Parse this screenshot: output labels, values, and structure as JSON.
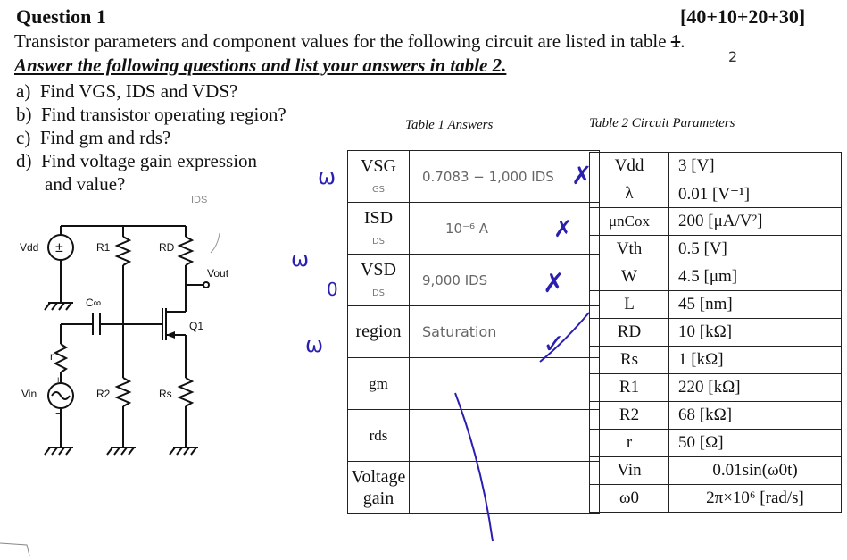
{
  "header": {
    "question_title": "Question 1",
    "points": "[40+10+20+30]",
    "intro_text": "Transistor parameters and component values for the following circuit are listed in table ",
    "intro_struck": "1",
    "intro_correction": "2",
    "instruction": "Answer the following questions and list your answers in table 2."
  },
  "questions": [
    {
      "marker": "a)",
      "text": "Find VGS, IDS and VDS?"
    },
    {
      "marker": "b)",
      "text": "Find transistor operating region?"
    },
    {
      "marker": "c)",
      "text": "Find gm and rds?"
    },
    {
      "marker": "d)",
      "text": "Find voltage gain expression"
    },
    {
      "marker": "",
      "text": "and value?"
    }
  ],
  "circuit": {
    "labels": {
      "vdd": "Vdd",
      "r1": "R1",
      "rd": "RD",
      "vout": "Vout",
      "cinf": "C∞",
      "q1": "Q1",
      "r": "r",
      "vin": "Vin",
      "r2": "R2",
      "rs": "Rs"
    },
    "handwritten_ids": "IDS"
  },
  "table1": {
    "caption": "Table 1 Answers",
    "rows": [
      {
        "label": "VSG",
        "label_note": "GS",
        "answer": "0.7083 − 1,000 IDS",
        "status_mark": "✗"
      },
      {
        "label": "ISD",
        "label_note": "DS",
        "answer": "10⁻⁶ A",
        "status_mark": "✗"
      },
      {
        "label": "VSD",
        "label_note": "DS",
        "answer": "9,000 IDS",
        "status_mark": "✗"
      },
      {
        "label": "region",
        "label_note": "",
        "answer": "Saturation",
        "status_mark": "✓"
      },
      {
        "label": "gm",
        "label_note": "",
        "answer": "",
        "status_mark": ""
      },
      {
        "label": "rds",
        "label_note": "",
        "answer": "",
        "status_mark": ""
      },
      {
        "label": "Voltage gain",
        "label_note": "",
        "answer": "",
        "status_mark": ""
      }
    ]
  },
  "table2": {
    "caption": "Table 2 Circuit Parameters",
    "rows": [
      {
        "param": "Vdd",
        "value": "3 [V]"
      },
      {
        "param": "λ",
        "value": "0.01 [V⁻¹]"
      },
      {
        "param": "μnCox",
        "value": "200 [μA/V²]"
      },
      {
        "param": "Vth",
        "value": "0.5 [V]"
      },
      {
        "param": "W",
        "value": "4.5 [μm]"
      },
      {
        "param": "L",
        "value": "45 [nm]"
      },
      {
        "param": "RD",
        "value": "10 [kΩ]"
      },
      {
        "param": "Rs",
        "value": "1 [kΩ]"
      },
      {
        "param": "R1",
        "value": "220 [kΩ]"
      },
      {
        "param": "R2",
        "value": "68 [kΩ]"
      },
      {
        "param": "r",
        "value": "50 [Ω]"
      },
      {
        "param": "Vin",
        "value": "0.01sin(ω0t)"
      },
      {
        "param": "ω0",
        "value": "2π×10⁶ [rad/s]"
      }
    ]
  },
  "grading": {
    "part_marks": [
      "ω",
      "ω",
      "0",
      "ω"
    ]
  }
}
